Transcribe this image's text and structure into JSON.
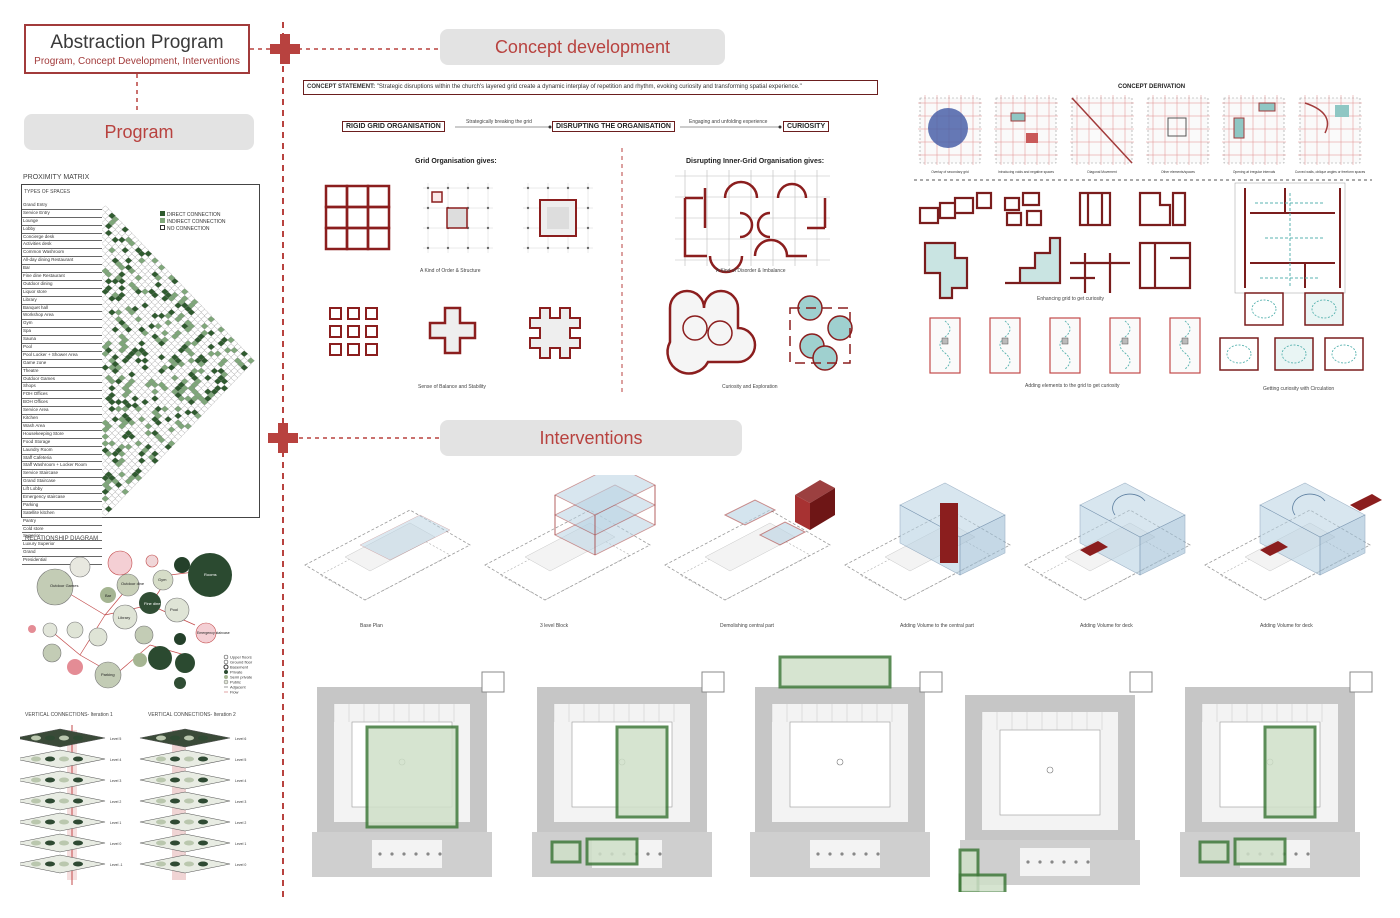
{
  "header": {
    "title": "Abstraction Program",
    "subtitle": "Program, Concept Development, Interventions"
  },
  "sections": {
    "program": "Program",
    "concept": "Concept development",
    "interventions": "Interventions"
  },
  "proximity": {
    "title": "PROXIMITY MATRIX",
    "header": "TYPES OF SPACES",
    "legend": [
      "DIRECT CONNECTION",
      "INDIRECT CONNECTION",
      "NO CONNECTION"
    ],
    "rows": [
      "Grand Entry",
      "Service Entry",
      "Lounge",
      "Lobby",
      "Concierge desk",
      "Activities desk",
      "Common Washroom",
      "All-day dining Restaurant",
      "Bar",
      "Fine dine Restaurant",
      "Outdoor dining",
      "Liquor store",
      "Library",
      "Banquet hall",
      "Workshop Area",
      "Gym",
      "Spa",
      "Sauna",
      "Pool",
      "Pool Locker + Shower Area",
      "Game zone",
      "Theatre",
      "Outdoor Games",
      "Shops",
      "FOH Offices",
      "BOH Offices",
      "Service Area",
      "Kitchen",
      "Wash Area",
      "Housekeeping Store",
      "Food Storage",
      "Laundry Room",
      "Staff Cafeteria",
      "Staff Washroom + Locker Room",
      "Service Staircase",
      "Grand Staircase",
      "Lift Lobby",
      "Emergency staircase",
      "Parking",
      "Satellite kitchen",
      "Pantry",
      "Cold store",
      "Superior",
      "Luxury Superior",
      "Grand",
      "Presidential"
    ]
  },
  "relationship": {
    "title": "RELATIONSHIP DIAGRAM",
    "bubbles": [
      "Outdoor Games",
      "Parking",
      "Rooms",
      "Outdoor dine",
      "Gym",
      "Bar",
      "Pool",
      "Fine dine",
      "Emergency staircase",
      "Library"
    ],
    "legend": [
      "Upper floors",
      "Ground floor",
      "Basement",
      "Private",
      "Semi private",
      "Public",
      "Adjacent",
      "Flow"
    ]
  },
  "vertical": {
    "title1": "VERTICAL CONNECTIONS- Iteration 1",
    "title2": "VERTICAL CONNECTIONS- Iteration 2",
    "levels1": [
      "Level 5",
      "Level 4",
      "Level 3",
      "Level 2",
      "Level 1",
      "Level 0",
      "Level -1"
    ],
    "levels2": [
      "Level 6",
      "Level 5",
      "Level 4",
      "Level 3",
      "Level 2",
      "Level 1",
      "Level 0"
    ]
  },
  "concept_statement": {
    "label": "CONCEPT STATEMENT:",
    "text": "\"Strategic disruptions within the church's layered grid create a dynamic interplay of repetition and rhythm, evoking curiosity and transforming spatial experience.\""
  },
  "flow": {
    "step1": "RIGID GRID ORGANISATION",
    "arrow1": "Strategically breaking the grid",
    "step2": "DISRUPTING THE ORGANISATION",
    "arrow2": "Engaging and unfolding experience",
    "step3": "CURIOSITY"
  },
  "grid_org": {
    "title_left": "Grid Organisation gives:",
    "title_right": "Disrupting Inner-Grid Organisation gives:",
    "cap1": "A Kind of Order & Structure",
    "cap2": "Sense of Balance and Stability",
    "cap3": "A Kind of Disorder & Imbalance",
    "cap4": "Curiosity and Exploration"
  },
  "derivation": {
    "title": "CONCEPT DERIVATION",
    "captions": [
      "Overlay of secondary grid",
      "Introducing voids and negative spaces",
      "Diagonal Movement",
      "Other elements/spaces",
      "Opening at irregular intervals",
      "Curved walls, oblique angles or freeform spaces"
    ],
    "cap_grid": "Enhancing grid to get curiosity",
    "cap_elements": "Adding elements to the grid to get curiosity",
    "cap_circ": "Getting curiosity with Circulation"
  },
  "intervention_steps": [
    "Base Plan",
    "3 level Block",
    "Demolishing central part",
    "Adding Volume to the central part",
    "Adding Volume for deck",
    "Adding Volume for deck"
  ],
  "colors": {
    "accent": "#a23b3b",
    "green": "#3f7a3a",
    "green_fill": "#cfe0c8",
    "teal": "#9fd0cf",
    "glass": "#b9d3e3"
  }
}
